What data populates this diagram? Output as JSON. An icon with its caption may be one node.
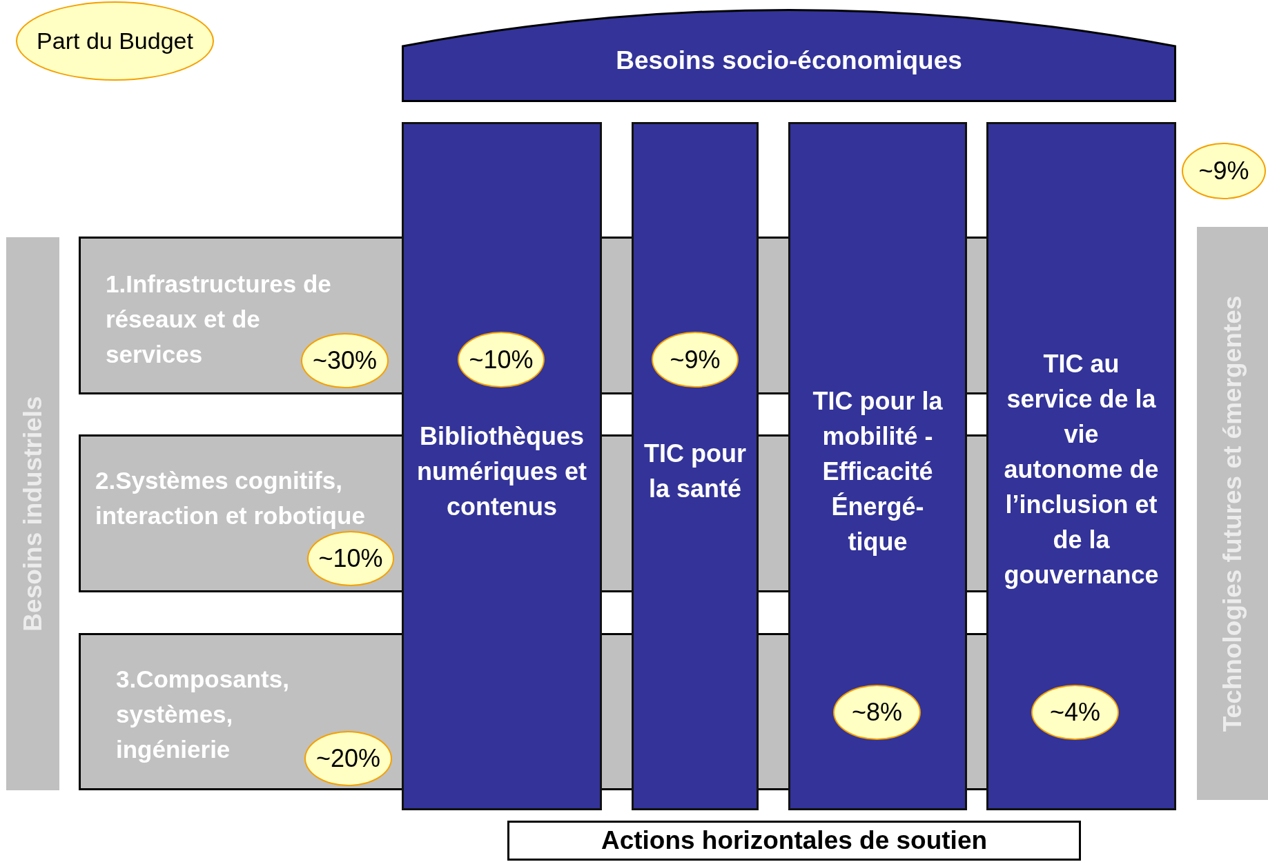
{
  "diagram": {
    "nodes": [
      {
        "text": [
          "Part du Budget"
        ]
      },
      {
        "text": [
          "Besoins socio-économiques"
        ]
      },
      {
        "text": [
          "~9%"
        ]
      },
      {
        "text": [
          "Besoins industriels"
        ]
      },
      {
        "text": [
          "1.Infrastructures de réseaux et de services"
        ]
      },
      {
        "text": [
          "~30%"
        ],
        "in": 4
      },
      {
        "text": [
          "2.Systèmes cognitifs, interaction et robotique"
        ]
      },
      {
        "text": [
          "~10%"
        ],
        "in": 6
      },
      {
        "text": [
          "3.Composants, systèmes, ingénierie"
        ]
      },
      {
        "text": [
          "~20%"
        ],
        "in": 8
      },
      {
        "text": [
          "Bibliothèques numériques et contenus"
        ]
      },
      {
        "text": [
          "~10%"
        ],
        "in": 10
      },
      {
        "text": [
          "TIC pour la santé"
        ]
      },
      {
        "text": [
          "~9%"
        ],
        "in": 12
      },
      {
        "text": [
          "TIC pour la mobilité - Efficacité Énergé- tique"
        ]
      },
      {
        "text": [
          "~8%"
        ],
        "in": 14
      },
      {
        "text": [
          "TIC au service de la vie autonome de l’inclusion et de la gouvernance"
        ]
      },
      {
        "text": [
          "~4%"
        ],
        "in": 16
      },
      {
        "text": [
          "Technologies futures et émergentes"
        ]
      },
      {
        "text": [
          "Actions horizontales de soutien"
        ]
      }
    ]
  }
}
